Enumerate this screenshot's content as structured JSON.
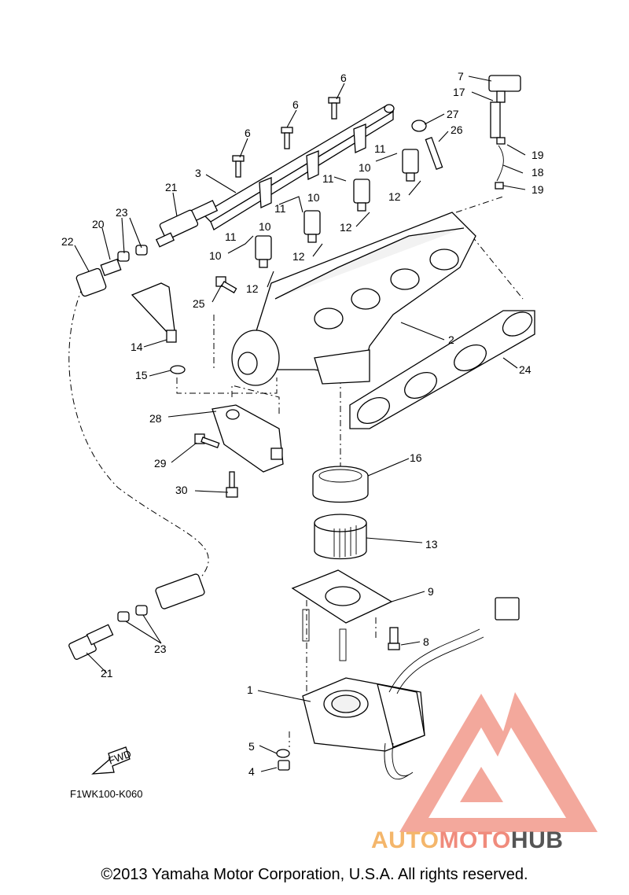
{
  "diagram": {
    "code": "F1WK100-K060",
    "fwd_label": "FWD",
    "callouts": [
      {
        "id": "c1",
        "text": "1"
      },
      {
        "id": "c2",
        "text": "2"
      },
      {
        "id": "c3",
        "text": "3"
      },
      {
        "id": "c4",
        "text": "4"
      },
      {
        "id": "c5",
        "text": "5"
      },
      {
        "id": "c6a",
        "text": "6"
      },
      {
        "id": "c6b",
        "text": "6"
      },
      {
        "id": "c6c",
        "text": "6"
      },
      {
        "id": "c7",
        "text": "7"
      },
      {
        "id": "c8",
        "text": "8"
      },
      {
        "id": "c9",
        "text": "9"
      },
      {
        "id": "c10a",
        "text": "10"
      },
      {
        "id": "c10b",
        "text": "10"
      },
      {
        "id": "c10c",
        "text": "10"
      },
      {
        "id": "c10d",
        "text": "10"
      },
      {
        "id": "c11a",
        "text": "11"
      },
      {
        "id": "c11b",
        "text": "11"
      },
      {
        "id": "c11c",
        "text": "11"
      },
      {
        "id": "c11d",
        "text": "11"
      },
      {
        "id": "c12a",
        "text": "12"
      },
      {
        "id": "c12b",
        "text": "12"
      },
      {
        "id": "c12c",
        "text": "12"
      },
      {
        "id": "c12d",
        "text": "12"
      },
      {
        "id": "c13",
        "text": "13"
      },
      {
        "id": "c14",
        "text": "14"
      },
      {
        "id": "c15",
        "text": "15"
      },
      {
        "id": "c16",
        "text": "16"
      },
      {
        "id": "c17",
        "text": "17"
      },
      {
        "id": "c18",
        "text": "18"
      },
      {
        "id": "c19a",
        "text": "19"
      },
      {
        "id": "c19b",
        "text": "19"
      },
      {
        "id": "c20",
        "text": "20"
      },
      {
        "id": "c21a",
        "text": "21"
      },
      {
        "id": "c21b",
        "text": "21"
      },
      {
        "id": "c22",
        "text": "22"
      },
      {
        "id": "c23a",
        "text": "23"
      },
      {
        "id": "c23b",
        "text": "23"
      },
      {
        "id": "c24",
        "text": "24"
      },
      {
        "id": "c25",
        "text": "25"
      },
      {
        "id": "c26",
        "text": "26"
      },
      {
        "id": "c27",
        "text": "27"
      },
      {
        "id": "c28",
        "text": "28"
      },
      {
        "id": "c29",
        "text": "29"
      },
      {
        "id": "c30",
        "text": "30"
      }
    ]
  },
  "watermark": {
    "part1": "AUTO",
    "part2": "MOTO",
    "part3": "HUB",
    "colors": {
      "auto": "#f4b66b",
      "moto": "#f08b7c",
      "hub": "#555555",
      "triangle": "#f08b7c"
    }
  },
  "footer": {
    "copyright": "©2013 Yamaha Motor Corporation, U.S.A. All rights reserved."
  }
}
